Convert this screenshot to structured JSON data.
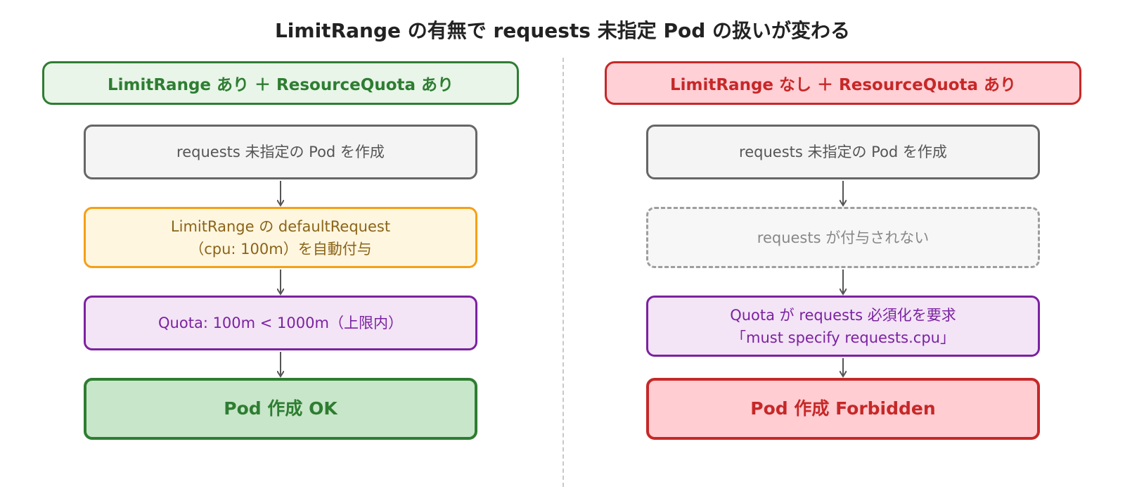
{
  "title": "LimitRange の有無で requests 未指定 Pod の扱いが変わる",
  "left": {
    "header": "LimitRange あり ＋ ResourceQuota あり",
    "steps": [
      {
        "lines": [
          "requests 未指定の Pod を作成"
        ]
      },
      {
        "lines": [
          "LimitRange の defaultRequest",
          "（cpu: 100m）を自動付与"
        ]
      },
      {
        "lines": [
          "Quota: 100m < 1000m（上限内）"
        ]
      }
    ],
    "result": "Pod 作成 OK"
  },
  "right": {
    "header": "LimitRange なし ＋ ResourceQuota あり",
    "steps": [
      {
        "lines": [
          "requests 未指定の Pod を作成"
        ]
      },
      {
        "lines": [
          "requests が付与されない"
        ]
      },
      {
        "lines": [
          "Quota が requests 必須化を要求",
          "「must specify requests.cpu」"
        ]
      }
    ],
    "result": "Pod 作成 Forbidden"
  },
  "colors": {
    "ok": "#2e7d32",
    "ng": "#c62828",
    "default_request": "#f5a016",
    "quota": "#7b22a0",
    "neutral": "#666666"
  }
}
